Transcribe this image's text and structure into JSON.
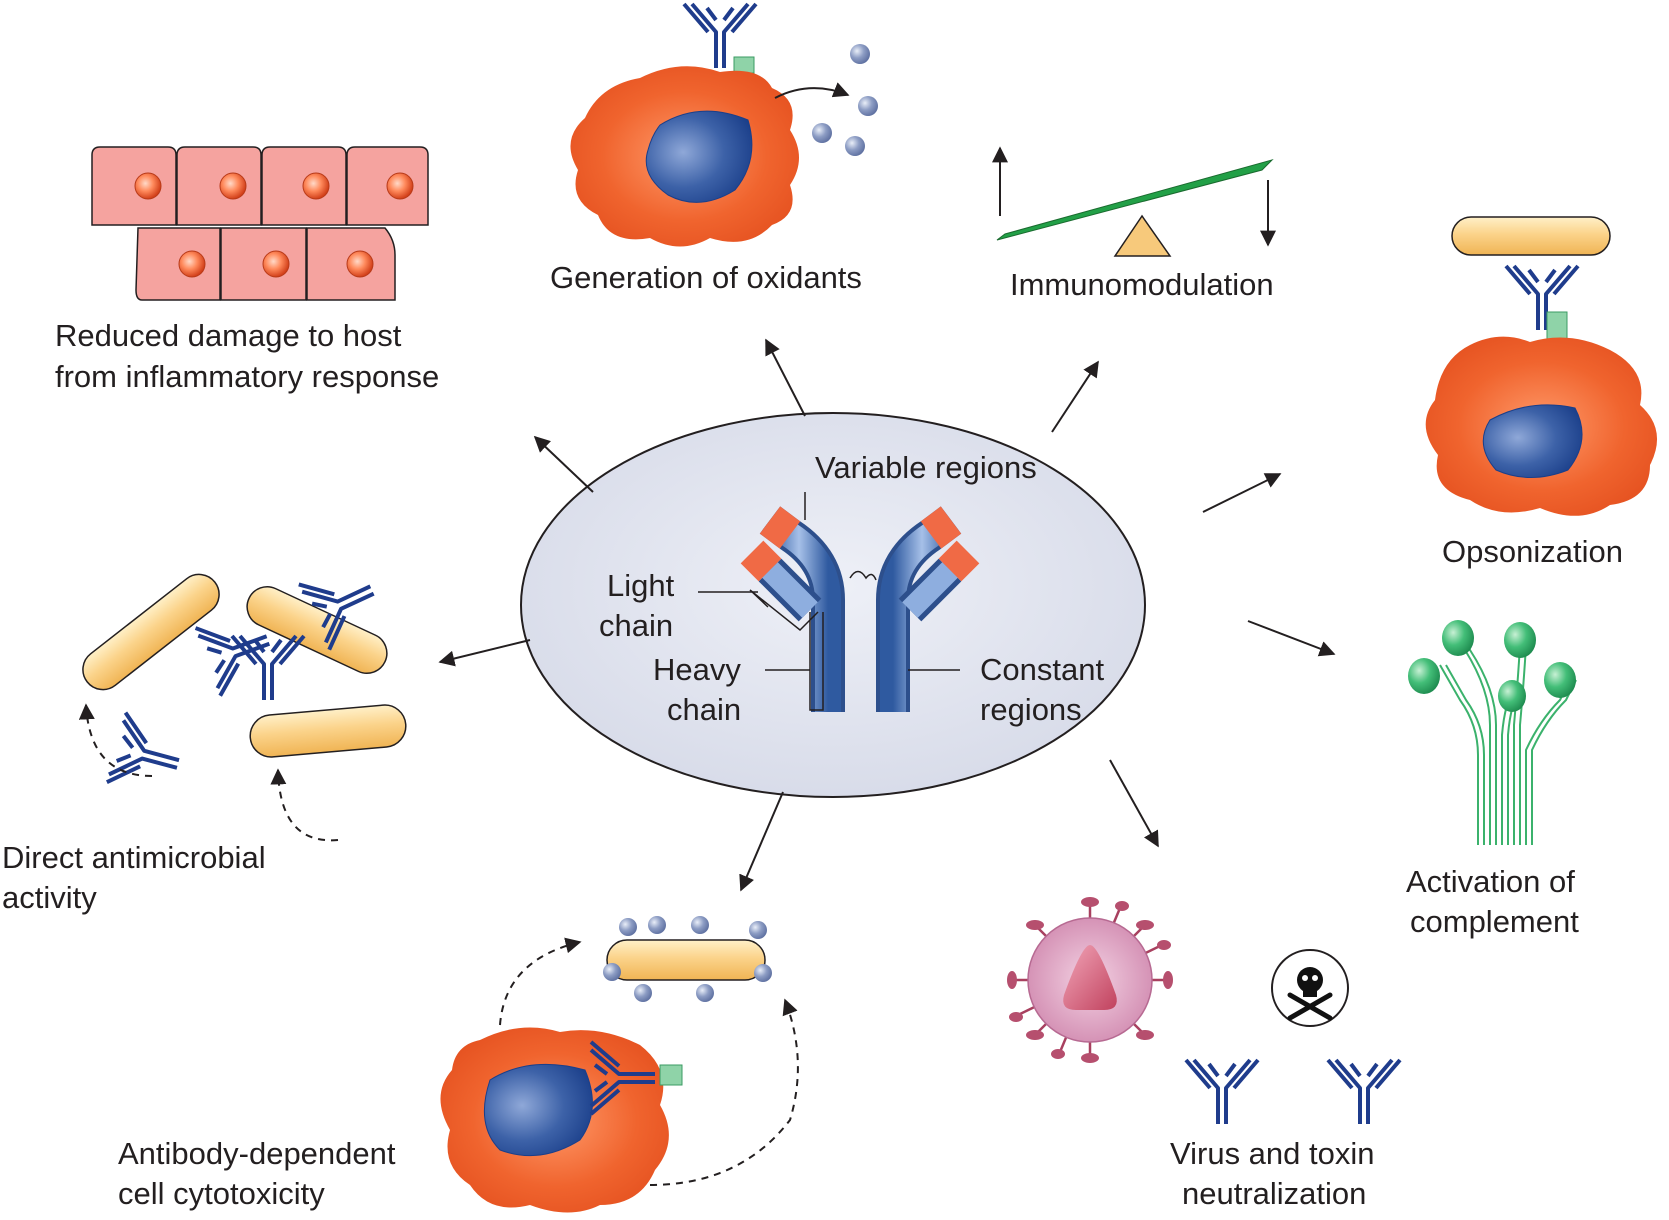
{
  "center": {
    "variable_regions": "Variable regions",
    "light_chain": [
      "Light",
      "chain"
    ],
    "heavy_chain": [
      "Heavy",
      "chain"
    ],
    "constant_regions": [
      "Constant",
      "regions"
    ]
  },
  "functions": {
    "reduced_damage": [
      "Reduced damage to host",
      "from inflammatory response"
    ],
    "oxidants": "Generation of oxidants",
    "immunomodulation": "Immunomodulation",
    "opsonization": "Opsonization",
    "complement": [
      "Activation of",
      "complement"
    ],
    "neutralization": [
      "Virus and toxin",
      "neutralization"
    ],
    "adcc": [
      "Antibody-dependent",
      "cell cytotoxicity"
    ],
    "antimicrobial": [
      "Direct antimicrobial",
      "activity"
    ]
  },
  "icons": [
    "antibody-icon",
    "phagocyte-icon",
    "bacterium-icon",
    "epithelium-icon",
    "seesaw-icon",
    "complement-icon",
    "virus-icon",
    "toxin-skull-icon"
  ],
  "colors": {
    "antibody": "#1f3c8c",
    "phagocyte": "#e8552a",
    "nucleus": "#284f96",
    "bacterium": "#f6c66e",
    "epithelium": "#f3a3a0",
    "complement": "#2fae6a",
    "virus": "#d994b8",
    "ellipse": "#dfe2ee"
  }
}
